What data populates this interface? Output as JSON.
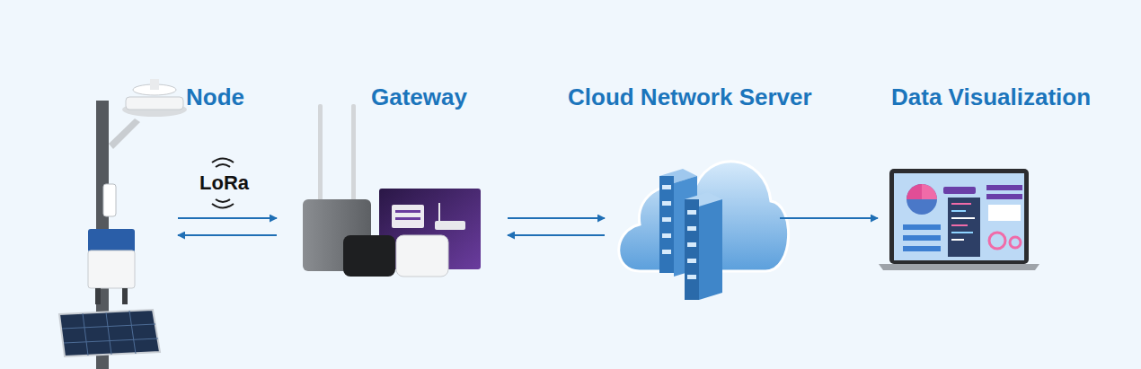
{
  "diagram": {
    "nodes": [
      {
        "text": [
          "Node"
        ]
      },
      {
        "text": [
          "Gateway"
        ]
      },
      {
        "text": [
          "Cloud Network Server"
        ]
      },
      {
        "text": [
          "Data Visualization"
        ]
      }
    ],
    "edges": [
      {
        "from": 0,
        "to": 1,
        "arrow": "to"
      },
      {
        "from": 1,
        "to": 0,
        "arrow": "to"
      },
      {
        "from": 1,
        "to": 2,
        "arrow": "to"
      },
      {
        "from": 2,
        "to": 1,
        "arrow": "to"
      },
      {
        "from": 2,
        "to": 3,
        "arrow": "to"
      }
    ],
    "labels": [
      "LoRa"
    ]
  }
}
